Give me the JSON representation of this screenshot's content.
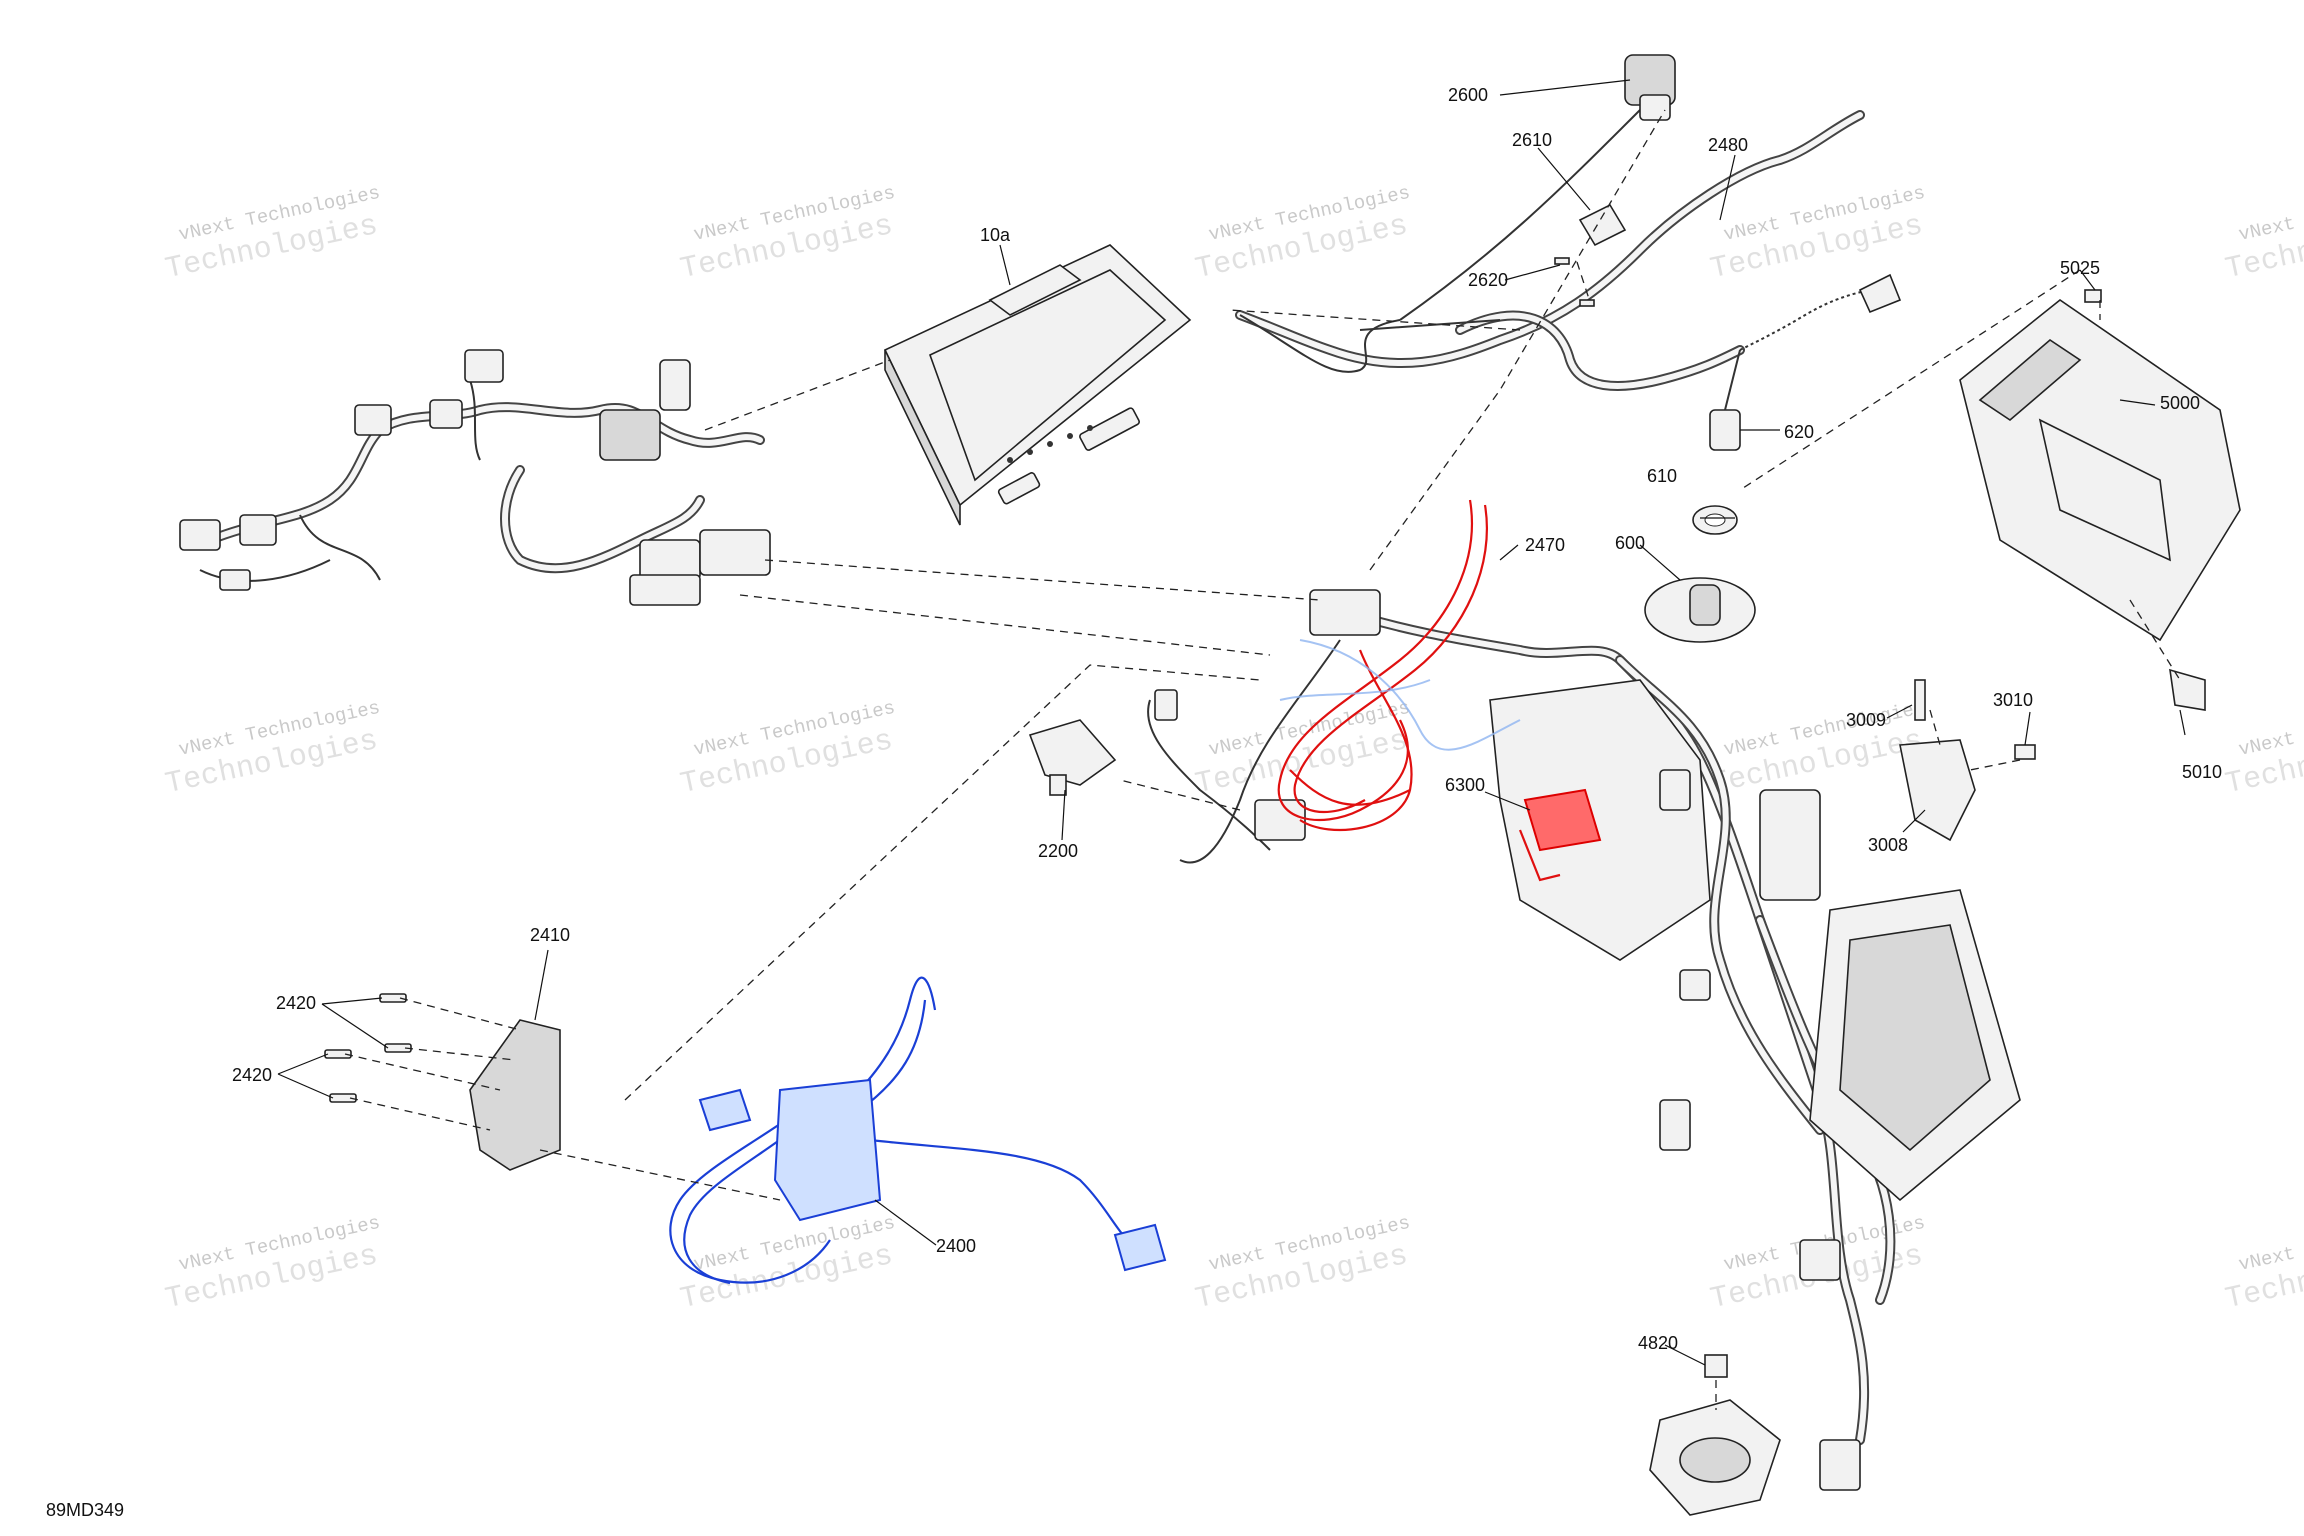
{
  "diagram_id": "89MD349",
  "watermark": {
    "line1": "vNext Technologies",
    "line2": "Technologies"
  },
  "callouts": [
    {
      "key": "c_10a",
      "text": "10a"
    },
    {
      "key": "c_2600",
      "text": "2600"
    },
    {
      "key": "c_2610",
      "text": "2610"
    },
    {
      "key": "c_2480",
      "text": "2480"
    },
    {
      "key": "c_2620",
      "text": "2620"
    },
    {
      "key": "c_620",
      "text": "620"
    },
    {
      "key": "c_5025",
      "text": "5025"
    },
    {
      "key": "c_5000",
      "text": "5000"
    },
    {
      "key": "c_610",
      "text": "610"
    },
    {
      "key": "c_600",
      "text": "600"
    },
    {
      "key": "c_2470",
      "text": "2470"
    },
    {
      "key": "c_3009",
      "text": "3009"
    },
    {
      "key": "c_3010",
      "text": "3010"
    },
    {
      "key": "c_5010",
      "text": "5010"
    },
    {
      "key": "c_6300",
      "text": "6300"
    },
    {
      "key": "c_3008",
      "text": "3008"
    },
    {
      "key": "c_2200",
      "text": "2200"
    },
    {
      "key": "c_2410",
      "text": "2410"
    },
    {
      "key": "c_2420a",
      "text": "2420"
    },
    {
      "key": "c_2420b",
      "text": "2420"
    },
    {
      "key": "c_2400",
      "text": "2400"
    },
    {
      "key": "c_4820",
      "text": "4820"
    }
  ],
  "colors": {
    "highlight_red": "#e01010",
    "highlight_blue": "#1a3fd6",
    "line": "#222222"
  }
}
